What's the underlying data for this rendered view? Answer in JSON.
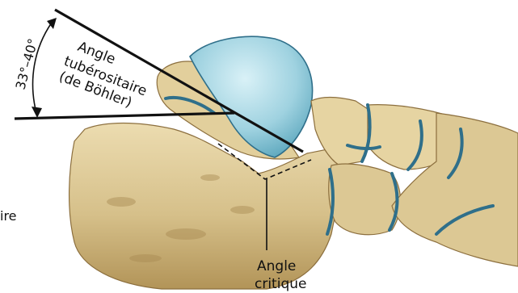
{
  "labels": {
    "angle_range": "33°–40°",
    "bohler_line1": "Angle",
    "bohler_line2": "tubérositaire",
    "bohler_line3": "(de Böhler)",
    "critical_line1": "Angle",
    "critical_line2": "critique",
    "cut_left_text": "ire"
  },
  "colors": {
    "bone": "#dcc894",
    "bone_shadow": "#a88a52",
    "cartilage": "#8cc8d8",
    "joint_line": "#2f6f8a",
    "line": "#111111"
  }
}
